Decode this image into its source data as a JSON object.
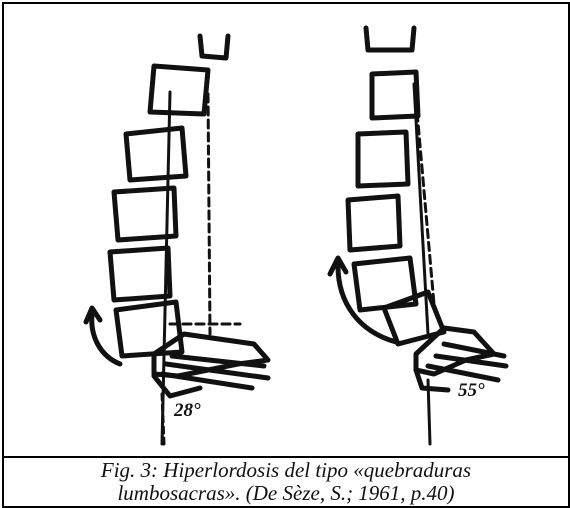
{
  "figure": {
    "left_annotation": "28°",
    "right_annotation": "55°"
  },
  "caption": {
    "line1": "Fig. 3: Hiperlordosis del tipo «quebraduras",
    "line2": "lumbosacras». (De Sèze, S.; 1961, p.40)"
  }
}
